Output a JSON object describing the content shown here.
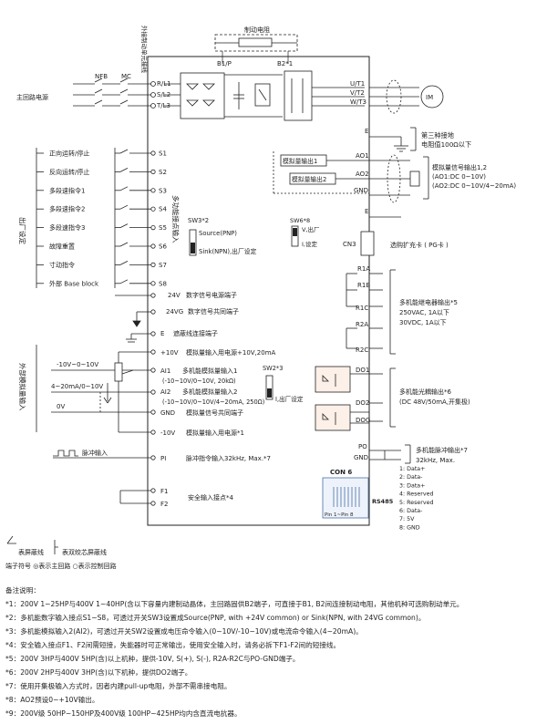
{
  "labels": {
    "braking_resistor": "制动电阻",
    "braking_unit_note": "外接制动单元接线",
    "b1p": "B1/P",
    "b2": "B2*1",
    "nfb": "NFB",
    "mc": "MC",
    "mains": "主回路电源",
    "rl1": "R/L1",
    "sl2": "S/L2",
    "tl3": "T/L3",
    "ut1": "U/T1",
    "vt2": "V/T2",
    "wt3": "W/T3",
    "im": "IM",
    "e": "E",
    "ground_text": "第三种接地\n电阻值100Ω以下",
    "ao1": "AO1",
    "ao2": "AO2",
    "gnd": "GND",
    "analog_out1": "模拟量输出1",
    "analog_out2": "模拟量输出2",
    "analog_out_desc": "模拟量信号输出1,2\n(AO1:DC 0~10V)\n(AO2:DC 0~10V/4~20mA)",
    "factory_setting_vertical": "出厂设定",
    "inputs": [
      {
        "name": "正向运转/停止",
        "term": "S1"
      },
      {
        "name": "反向运转/停止",
        "term": "S2"
      },
      {
        "name": "多段速指令1",
        "term": "S3"
      },
      {
        "name": "多段速指令2",
        "term": "S4"
      },
      {
        "name": "多段速指令3",
        "term": "S5"
      },
      {
        "name": "故障重置",
        "term": "S6"
      },
      {
        "name": "寸动指令",
        "term": "S7"
      },
      {
        "name": "外部 Base block",
        "term": "S8"
      }
    ],
    "multi_input_vertical": "多功能接点输入",
    "sw3": "SW3*2",
    "source_pnp": "Source(PNP)",
    "sink_npn": "Sink(NPN),出厂设定",
    "v24": "24V",
    "v24_desc": "数字信号电源端子",
    "v24g": "24VG",
    "v24g_desc": "数字信号共同端子",
    "e_shield_desc": "遮蔽线连接端子",
    "p10v": "+10V",
    "p10v_desc": "模拟量输入用电源+10V,20mA",
    "ext_analog_vertical": "外部模拟量输入",
    "range1": "-10V~0~10V",
    "range2": "4~20mA/0~10V",
    "zero_v": "0V",
    "ai1": "AI1",
    "ai1_desc": "多机能模拟量输入1",
    "ai1_range": "(-10~10V/0~10V, 20kΩ)",
    "ai2": "AI2",
    "ai2_desc": "多机能模拟量输入2",
    "ai2_range": "(-10~10V/0~10V/4~20mA, 250Ω)",
    "sw2": "SW2*3",
    "factory_short": "I,出厂设定",
    "gnd_desc": "模拟量信号共同端子",
    "m10v": "-10V",
    "m10v_desc": "模拟量输入用电源*1",
    "pulse_in": "脉冲输入",
    "pi": "PI",
    "pi_desc": "脉冲指令输入32kHz, Max.*7",
    "f1": "F1",
    "f2": "F2",
    "safety_desc": "安全输入接点*4",
    "sw6": "SW6*8",
    "v_factory": "V,出厂",
    "i_setting": "I,设定",
    "cn3": "CN3",
    "pg_card": "选购扩充卡 ( PG卡 )",
    "r1a": "R1A",
    "r1b": "R1B",
    "r1c": "R1C",
    "r2a": "R2A",
    "r2c": "R2C",
    "relay_desc": "多机能继电器输出*5\n250VAC, 1A以下\n30VDC, 1A以下",
    "do1": "DO1",
    "do2": "DO2",
    "dog": "DOG",
    "do_desc": "多机能光耦输出*6\n(DC 48V/50mA,开集极)",
    "po": "PO",
    "po_gnd": "GND",
    "po_desc": "多机能脉冲输出*7\n32kHz, Max.",
    "con6": "CON 6",
    "pin18": "Pin 1~Pin 8",
    "rs485": "RS485",
    "pins": [
      "1: Data+",
      "2: Data-",
      "3: Data+",
      "4: Reserved",
      "5: Reserved",
      "6: Data-",
      "7: 5V",
      "8: GND"
    ],
    "legend_shield": "表屏蔽线",
    "legend_twisted": "表双绞芯屏蔽线",
    "legend_terminal": "端子符号 ◎表示主回路 ○表示控制回路"
  },
  "notes": {
    "title": "备注说明：",
    "items": [
      "*1：200V 1~25HP与400V 1~40HP(含以下容量内建制动晶体，主回路固供B2端子，可直接于B1, B2间连接制动电阻，其他机种可选购制动单元。",
      "*2：多机能数字输入接点S1~S8，可透过开关SW3设置成Source(PNP, with +24V common) or Sink(NPN, with 24VG common)。",
      "*3：多机能模拟输入2(AI2)，可透过开关SW2设置成电压命令输入(0~10V/-10~10V)或电流命令输入(4~20mA)。",
      "*4：安全输入接点F1、F2间需短接，失能器时可正常输出，使用安全输入时，请务必拆下F1-F2间的短接线。",
      "*5：200V 3HP与400V 5HP(含)以上机种，提供-10V, S(+), S(-), R2A-R2C与PO-GND端子。",
      "*6：200V 2HP与400V 3HP(含)以下机种，提供DO2端子。",
      "*7：使用开集极输入方式时，因者内建pull-up电阻，外部不需串接电阻。",
      "*8：AO2预设0~+10V输出。",
      "*9：200V级 50HP~150HP及400V级 100HP~425HP均内含直流电抗器。"
    ]
  }
}
